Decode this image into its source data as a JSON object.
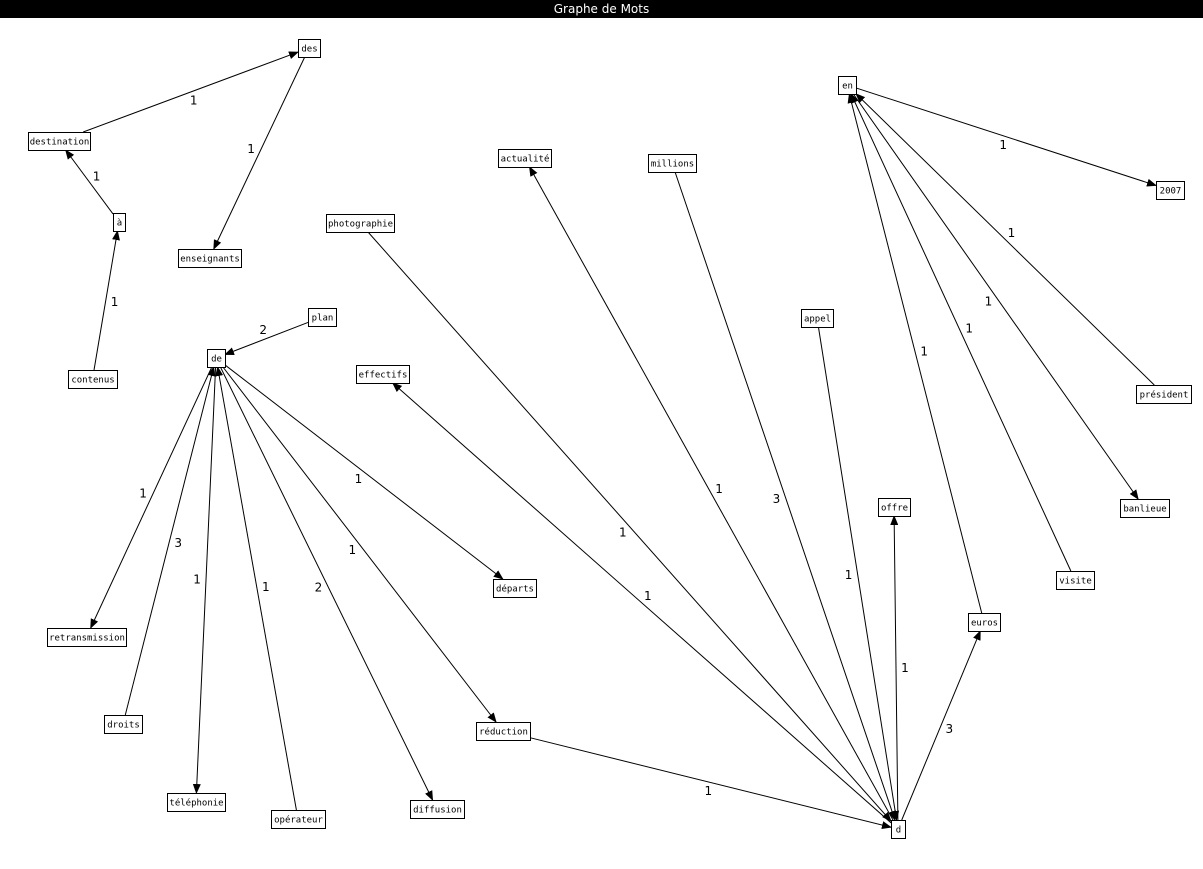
{
  "window": {
    "title": "Graphe de Mots"
  },
  "nodes": [
    {
      "id": "des",
      "label": "des"
    },
    {
      "id": "destination",
      "label": "destination"
    },
    {
      "id": "a",
      "label": "à"
    },
    {
      "id": "enseignants",
      "label": "enseignants"
    },
    {
      "id": "contenus",
      "label": "contenus"
    },
    {
      "id": "plan",
      "label": "plan"
    },
    {
      "id": "de",
      "label": "de"
    },
    {
      "id": "retransmission",
      "label": "retransmission"
    },
    {
      "id": "droits",
      "label": "droits"
    },
    {
      "id": "telephonie",
      "label": "téléphonie"
    },
    {
      "id": "operateur",
      "label": "opérateur"
    },
    {
      "id": "diffusion",
      "label": "diffusion"
    },
    {
      "id": "reduction",
      "label": "réduction"
    },
    {
      "id": "departs",
      "label": "départs"
    },
    {
      "id": "effectifs",
      "label": "effectifs"
    },
    {
      "id": "photographie",
      "label": "photographie"
    },
    {
      "id": "actualite",
      "label": "actualité"
    },
    {
      "id": "millions",
      "label": "millions"
    },
    {
      "id": "appel",
      "label": "appel"
    },
    {
      "id": "offre",
      "label": "offre"
    },
    {
      "id": "d",
      "label": "d"
    },
    {
      "id": "euros",
      "label": "euros"
    },
    {
      "id": "en",
      "label": "en"
    },
    {
      "id": "y2007",
      "label": "2007"
    },
    {
      "id": "president",
      "label": "président"
    },
    {
      "id": "banlieue",
      "label": "banlieue"
    },
    {
      "id": "visite",
      "label": "visite"
    }
  ],
  "edges": [
    {
      "from": "destination",
      "to": "des",
      "weight": "1"
    },
    {
      "from": "des",
      "to": "enseignants",
      "weight": "1"
    },
    {
      "from": "a",
      "to": "destination",
      "weight": "1"
    },
    {
      "from": "contenus",
      "to": "a",
      "weight": "1"
    },
    {
      "from": "plan",
      "to": "de",
      "weight": "2"
    },
    {
      "from": "de",
      "to": "retransmission",
      "weight": "1"
    },
    {
      "from": "droits",
      "to": "de",
      "weight": "3"
    },
    {
      "from": "de",
      "to": "telephonie",
      "weight": "1"
    },
    {
      "from": "operateur",
      "to": "de",
      "weight": "1"
    },
    {
      "from": "de",
      "to": "diffusion",
      "weight": "2"
    },
    {
      "from": "de",
      "to": "reduction",
      "weight": "1"
    },
    {
      "from": "de",
      "to": "departs",
      "weight": "1"
    },
    {
      "from": "reduction",
      "to": "d",
      "weight": "1"
    },
    {
      "from": "d",
      "to": "effectifs",
      "weight": "1"
    },
    {
      "from": "photographie",
      "to": "d",
      "weight": "1"
    },
    {
      "from": "d",
      "to": "actualite",
      "weight": "1"
    },
    {
      "from": "millions",
      "to": "d",
      "weight": "3"
    },
    {
      "from": "appel",
      "to": "d",
      "weight": "1"
    },
    {
      "from": "d",
      "to": "offre",
      "weight": "1"
    },
    {
      "from": "d",
      "to": "euros",
      "weight": "3"
    },
    {
      "from": "euros",
      "to": "en",
      "weight": "1"
    },
    {
      "from": "en",
      "to": "y2007",
      "weight": "1"
    },
    {
      "from": "president",
      "to": "en",
      "weight": "1"
    },
    {
      "from": "en",
      "to": "banlieue",
      "weight": "1"
    },
    {
      "from": "visite",
      "to": "en",
      "weight": "1"
    }
  ]
}
